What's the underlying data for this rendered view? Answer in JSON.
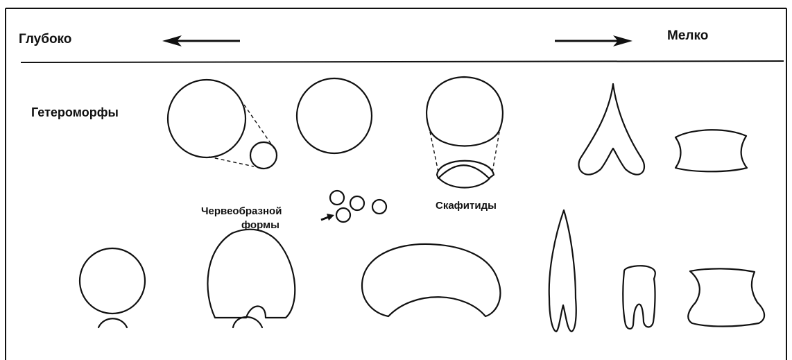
{
  "header": {
    "left_label": "Глубоко",
    "right_label": "Мелко"
  },
  "labels": {
    "heteromorphs": "Гетероморфы",
    "wormlike_line1": "Червеобразной",
    "wormlike_line2": "формы",
    "scaphitids": "Скафитиды"
  },
  "colors": {
    "ink": "#111111",
    "background": "#ffffff"
  }
}
